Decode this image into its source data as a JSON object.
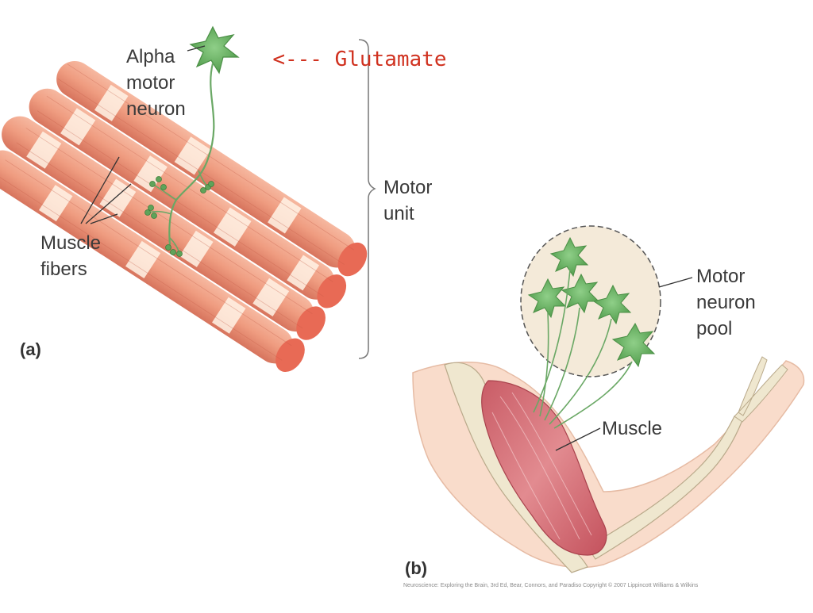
{
  "annotation": {
    "arrow": "<---",
    "label": "Glutamate"
  },
  "panel_a": {
    "label": "(a)",
    "neuron_label": [
      "Alpha",
      "motor",
      "neuron"
    ],
    "fibers_label": [
      "Muscle",
      "fibers"
    ],
    "unit_label": [
      "Motor",
      "unit"
    ]
  },
  "panel_b": {
    "label": "(b)",
    "pool_label": [
      "Motor",
      "neuron",
      "pool"
    ],
    "muscle_label": "Muscle"
  },
  "credit": "Neuroscience: Exploring the Brain, 3rd Ed, Bear, Connors, and Paradiso Copyright © 2007 Lippincott Williams & Wilkins",
  "colors": {
    "neuron": "#5fa35a",
    "fiber": "#ef9c80",
    "fiber_band": "#fff3e6",
    "pool_fill": "#f4ead9",
    "muscle": "#d9777e",
    "bone": "#efe7cf",
    "skin": "#f9dccb",
    "accent": "#d0311f"
  }
}
